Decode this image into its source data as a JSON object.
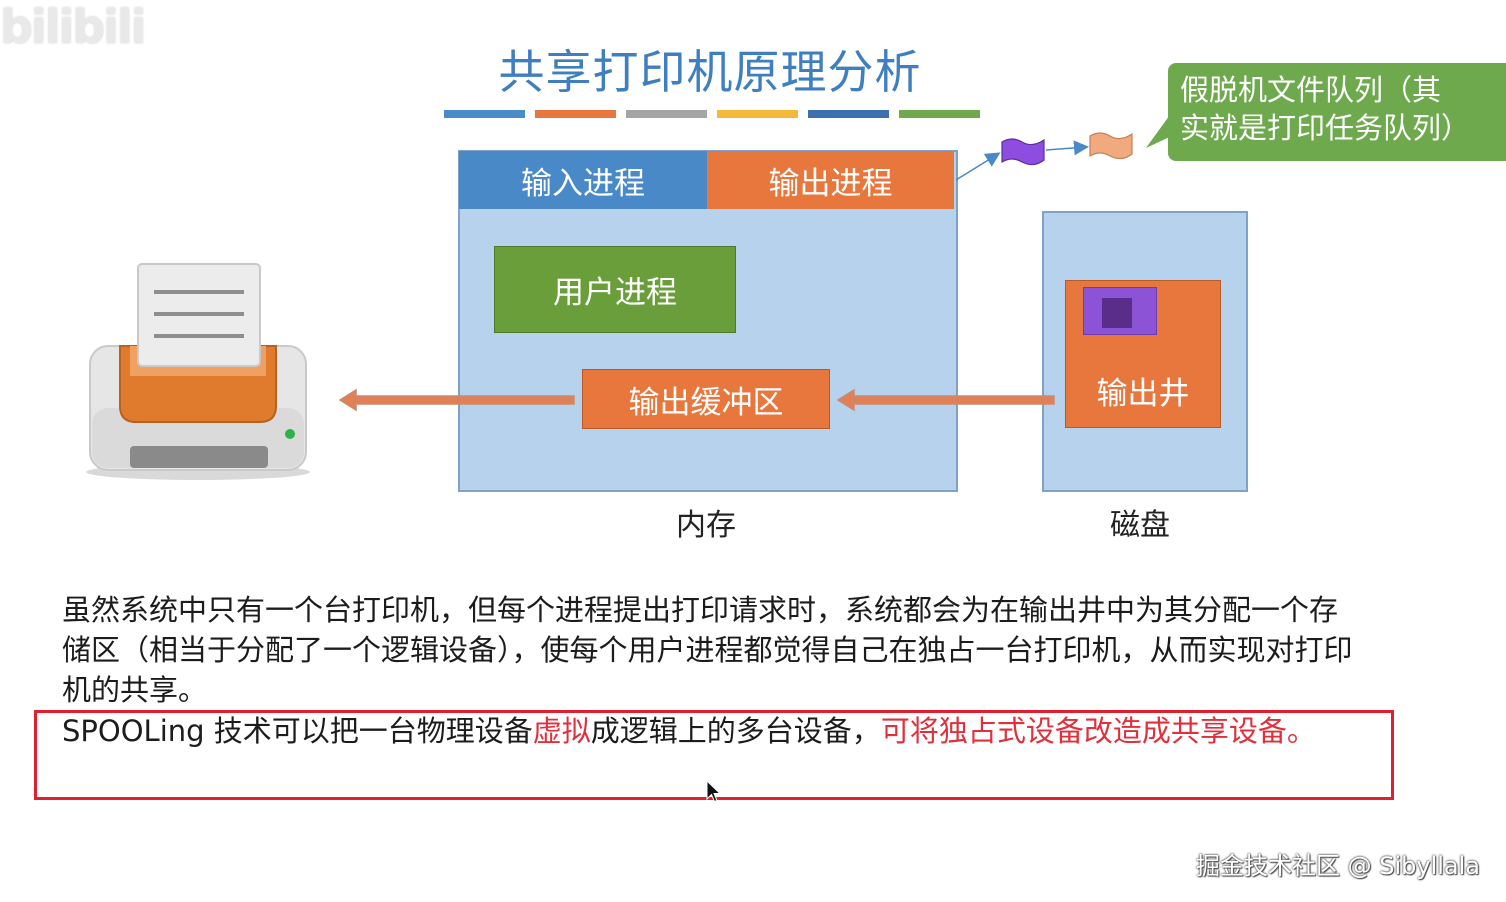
{
  "watermark": "bilibili",
  "title": "共享打印机原理分析",
  "title_bar_colors": [
    "#4a8bc9",
    "#e8773d",
    "#a5a5a5",
    "#f4b93b",
    "#3e6fb0",
    "#6fa94b"
  ],
  "memory": {
    "input_process": "输入进程",
    "output_process": "输出进程",
    "user_process": "用户进程",
    "output_buffer": "输出缓冲区",
    "caption": "内存"
  },
  "disk": {
    "output_well": "输出井",
    "caption": "磁盘"
  },
  "callout": {
    "line1": "假脱机文件队列（其",
    "line2": "实就是打印任务队列）"
  },
  "paragraph": "虽然系统中只有一个台打印机，但每个进程提出打印请求时，系统都会为在输出井中为其分配一个存储区（相当于分配了一个逻辑设备），使每个用户进程都觉得自己在独占一台打印机，从而实现对打印机的共享。",
  "spooling": {
    "part1": "SPOOLing 技术可以把一台物理设备",
    "part2_red": "虚拟",
    "part3": "成逻辑上的多台设备，",
    "part4_red": "可将独占式设备改造成共享设备。"
  },
  "footer": "掘金技术社区 @ Sibyllala",
  "colors": {
    "blue": "#4a89c8",
    "orange": "#e8773d",
    "green": "#6a9e3b",
    "memory_bg": "#b7d2ec",
    "purple": "#8c53d6",
    "red": "#e0303b"
  }
}
